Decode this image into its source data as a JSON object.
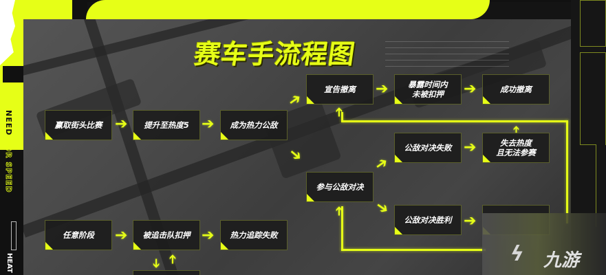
{
  "title": "赛车手流程图",
  "brand": {
    "side_text_solid": "NEED ",
    "side_text_outlined": "FOR SPEED",
    "side_sub": "HEAT"
  },
  "colors": {
    "accent": "#e6ff17",
    "node_bg": "#1c1c1c",
    "node_text": "#ffffff"
  },
  "nodes": {
    "win_street_race": "赢取街头比赛",
    "raise_heat_5": "提升至热度5",
    "become_heat_enemy": "成为热力公敌",
    "declare_evacuation": "宣告撤离",
    "not_caught_in_exposure": "暴露时间内\n未被扣押",
    "successful_evacuation": "成功撤离",
    "showdown_lost": "公敌对决失败",
    "lose_heat_cannot_race": "失去热度\n且无法参赛",
    "join_showdown": "参与公敌对决",
    "showdown_won": "公敌对决胜利",
    "any_stage": "任意阶段",
    "caught_by_pursuit": "被追击队扣押",
    "heat_tracking_failed": "热力追踪失败"
  },
  "watermark": {
    "logo": "ϟ",
    "text": "九游"
  }
}
